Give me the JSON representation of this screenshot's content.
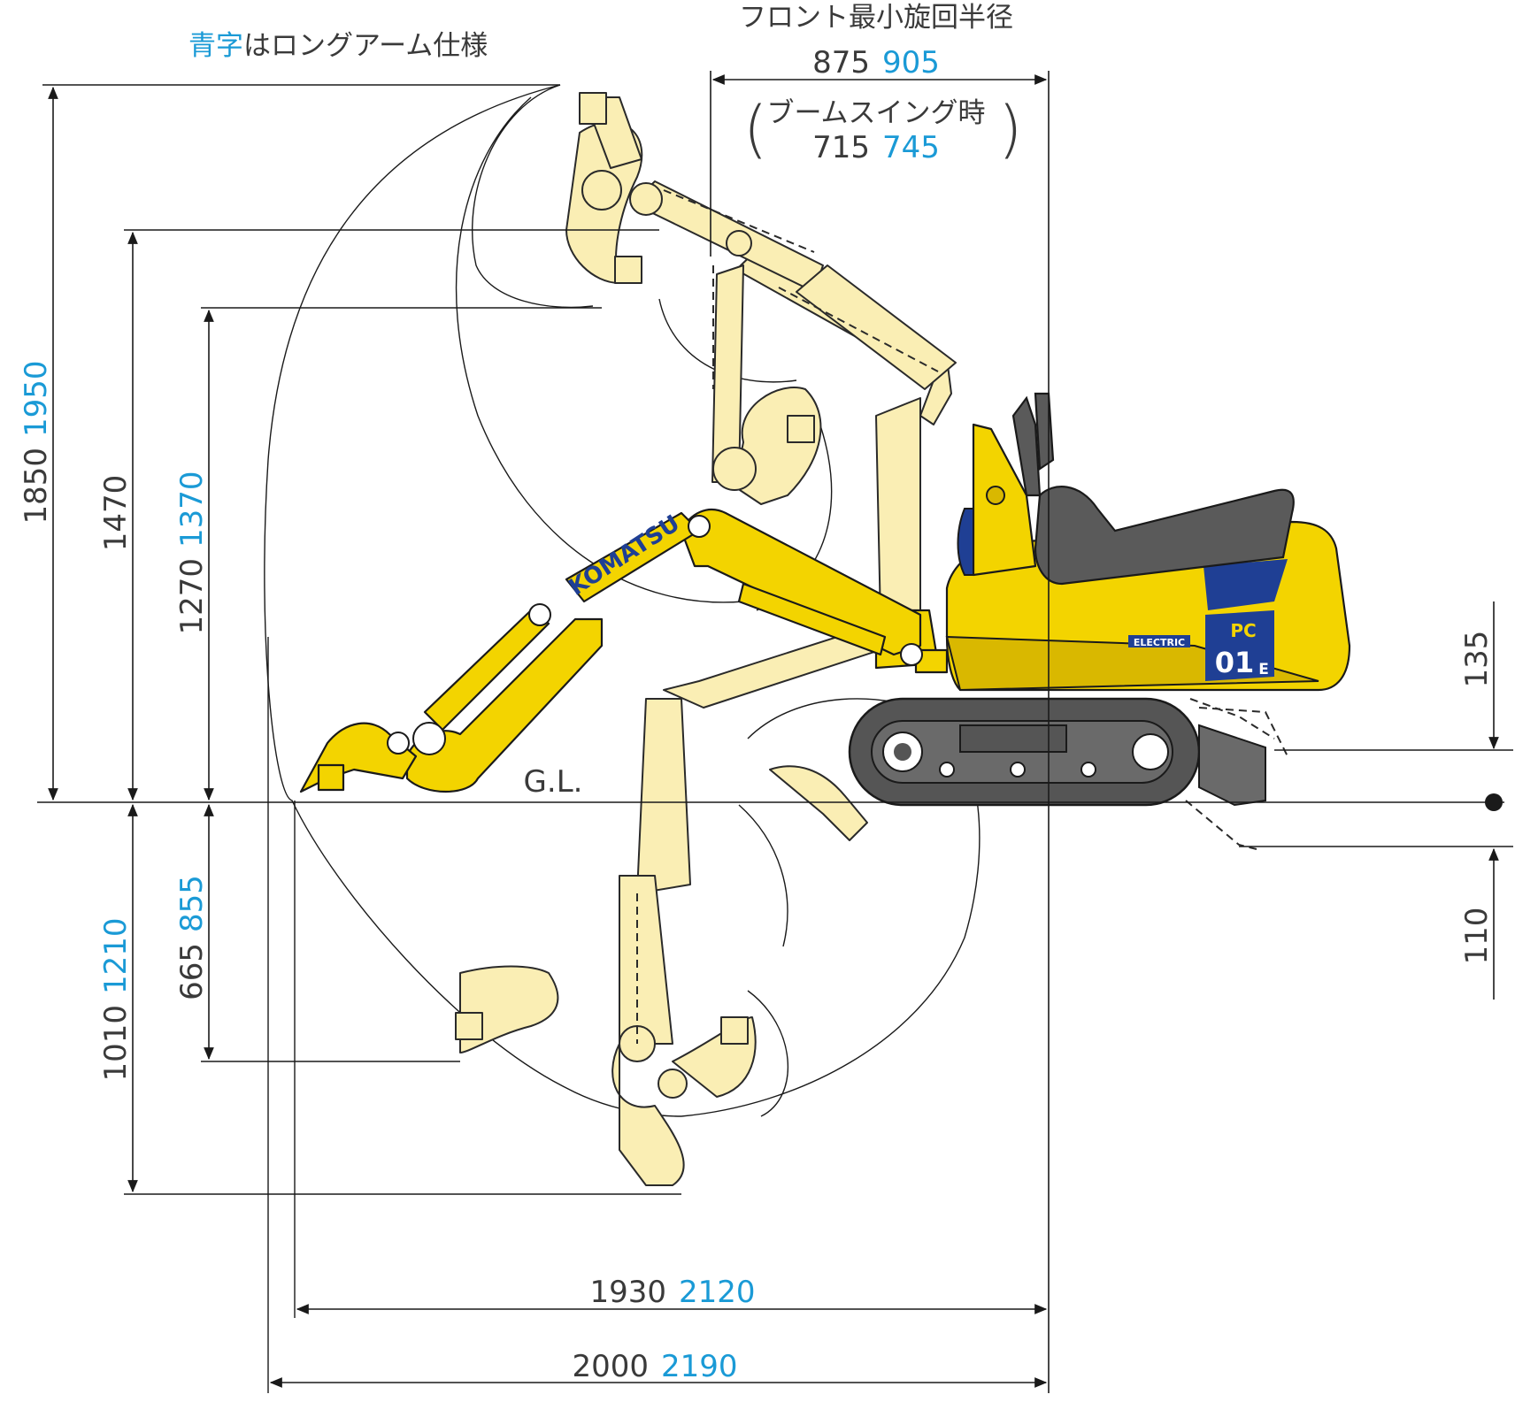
{
  "legend": {
    "blue_word": "青字",
    "rest": "はロングアーム仕様"
  },
  "front_min_swing_radius": {
    "title": "フロント最小旋回半径",
    "std": "875",
    "long": "905",
    "boom_swing_label": "ブームスイング時",
    "boom_swing_std": "715",
    "boom_swing_long": "745",
    "paren_open": "(",
    "paren_close": ")"
  },
  "max_digging_height": {
    "std": "1850",
    "long": "1950"
  },
  "max_dumping_height": {
    "std": "1470"
  },
  "dumping_clearance": {
    "std": "1270",
    "long": "1370"
  },
  "max_digging_depth": {
    "std": "1010",
    "long": "1210"
  },
  "vertical_wall_depth": {
    "std": "665",
    "long": "855"
  },
  "blade_lift_height": {
    "std": "135"
  },
  "blade_drop_depth": {
    "std": "110"
  },
  "max_digging_reach_ground": {
    "std": "1930",
    "long": "2120"
  },
  "max_digging_reach": {
    "std": "2000",
    "long": "2190"
  },
  "ground_line_label": "G.L.",
  "machine": {
    "brand": "KOMATSU",
    "model_prefix": "PC",
    "model_number": "01",
    "model_suffix": "E",
    "type_label": "ELECTRIC"
  },
  "colors": {
    "body_yellow": "#f3d400",
    "ghost_fill": "#faeeb4",
    "long_arm_blue": "#1a9ad6",
    "panel_blue": "#1f3f94",
    "track_gray": "#555555"
  }
}
